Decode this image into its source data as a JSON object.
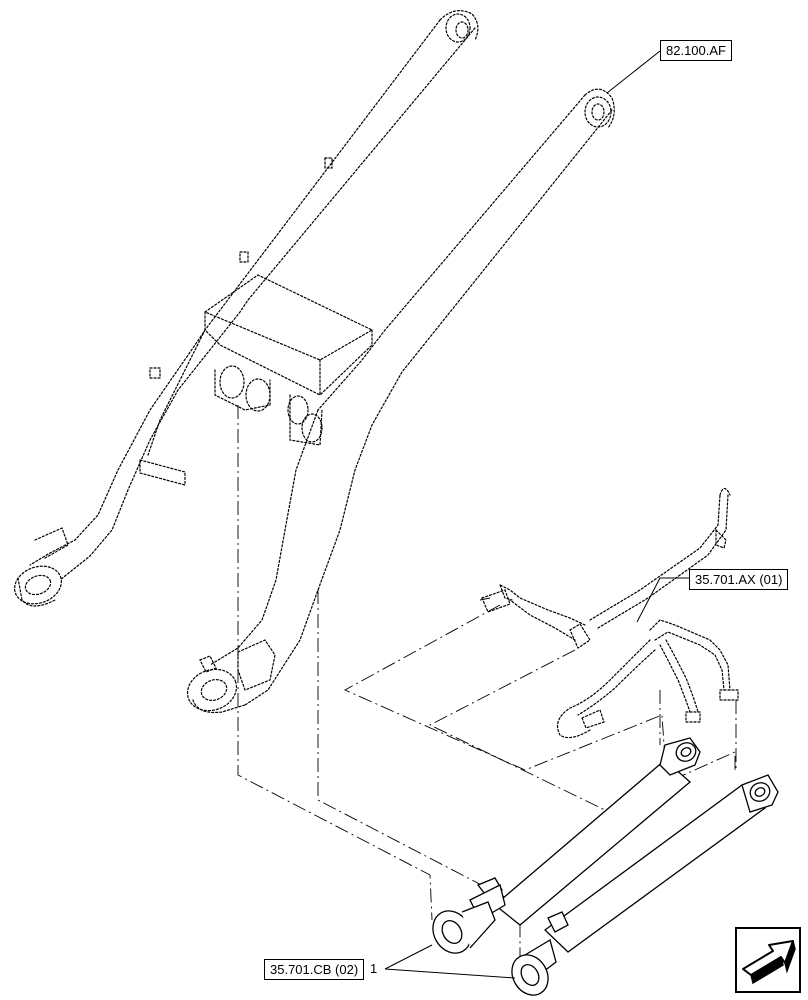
{
  "callouts": {
    "lift_arm_ref": "82.100.AF",
    "hose_ref": "35.701.AX (01)",
    "cylinder_ref": "35.701.CB (02)"
  },
  "item_number": "1",
  "icons": {
    "nav": "next-page-arrow-icon"
  }
}
